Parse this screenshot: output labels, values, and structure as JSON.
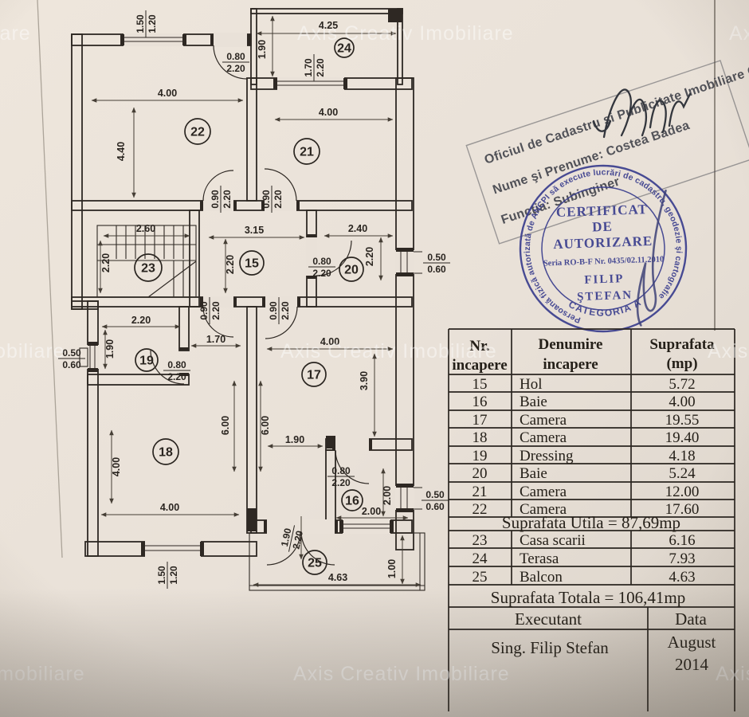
{
  "watermark": "Axis Creativ Imobiliare",
  "plan": {
    "rooms": [
      "24",
      "22",
      "21",
      "23",
      "15",
      "20",
      "19",
      "17",
      "18",
      "16",
      "25"
    ],
    "dims": [
      "4.25",
      "1.90",
      "4.00",
      "4.00",
      "4.40",
      "2.60",
      "3.15",
      "2.40",
      "2.20",
      "2.20",
      "2.20",
      "2.20",
      "1.90",
      "1.70",
      "4.00",
      "3.90",
      "6.00",
      "6.00",
      "1.90",
      "4.00",
      "4.00",
      "2.00",
      "2.00",
      "4.63",
      "1.00"
    ],
    "fracs": [
      {
        "a": "1.50",
        "b": "1.20"
      },
      {
        "a": "0.80",
        "b": "2.20"
      },
      {
        "a": "1.70",
        "b": "2.20"
      },
      {
        "a": "0.90",
        "b": "2.20"
      },
      {
        "a": "0.90",
        "b": "2.20"
      },
      {
        "a": "0.80",
        "b": "2.20"
      },
      {
        "a": "0.50",
        "b": "0.60"
      },
      {
        "a": "0.90",
        "b": "2.20"
      },
      {
        "a": "0.90",
        "b": "2.20"
      },
      {
        "a": "0.50",
        "b": "0.60"
      },
      {
        "a": "0.80",
        "b": "2.20"
      },
      {
        "a": "0.80",
        "b": "2.20"
      },
      {
        "a": "0.50",
        "b": "0.60"
      },
      {
        "a": "1.90",
        "b": "2.20"
      },
      {
        "a": "1.50",
        "b": "1.20"
      }
    ]
  },
  "office_stamp": {
    "line1": "Oficiul de Cadastru şi Publicitate Imobiliare Giurg",
    "line2": "Nume şi Prenume: Costea Badea",
    "line3": "Funcţia: Subinginer"
  },
  "cert_stamp": {
    "ring": "Persoană fizică autorizată de ANCPI să execute lucrări de cadastru, geodezie şi cartografie",
    "title1": "CERTIFICAT",
    "title2": "DE",
    "title3": "AUTORIZARE",
    "serial": "Seria RO-B-F Nr. 0435/02.11.2010",
    "name_line1": "FILIP",
    "name_line2": "ŞTEFAN",
    "category": "CATEGORIA A"
  },
  "table": {
    "header": {
      "col1a": "Nr.",
      "col1b": "incapere",
      "col2a": "Denumire",
      "col2b": "incapere",
      "col3a": "Suprafata",
      "col3b": "(mp)"
    },
    "rows": [
      {
        "nr": "15",
        "name": "Hol",
        "area": "5.72"
      },
      {
        "nr": "16",
        "name": "Baie",
        "area": "4.00"
      },
      {
        "nr": "17",
        "name": "Camera",
        "area": "19.55"
      },
      {
        "nr": "18",
        "name": "Camera",
        "area": "19.40"
      },
      {
        "nr": "19",
        "name": "Dressing",
        "area": "4.18"
      },
      {
        "nr": "20",
        "name": "Baie",
        "area": "5.24"
      },
      {
        "nr": "21",
        "name": "Camera",
        "area": "12.00"
      },
      {
        "nr": "22",
        "name": "Camera",
        "area": "17.60"
      }
    ],
    "utila": "Suprafata Utila = 87,69mp",
    "rows2": [
      {
        "nr": "23",
        "name": "Casa scarii",
        "area": "6.16"
      },
      {
        "nr": "24",
        "name": "Terasa",
        "area": "7.93"
      },
      {
        "nr": "25",
        "name": "Balcon",
        "area": "4.63"
      }
    ],
    "totala": "Suprafata Totala = 106,41mp",
    "executant_label": "Executant",
    "data_label": "Data",
    "executant": "Sing. Filip Stefan",
    "data_month": "August",
    "data_year": "2014"
  }
}
